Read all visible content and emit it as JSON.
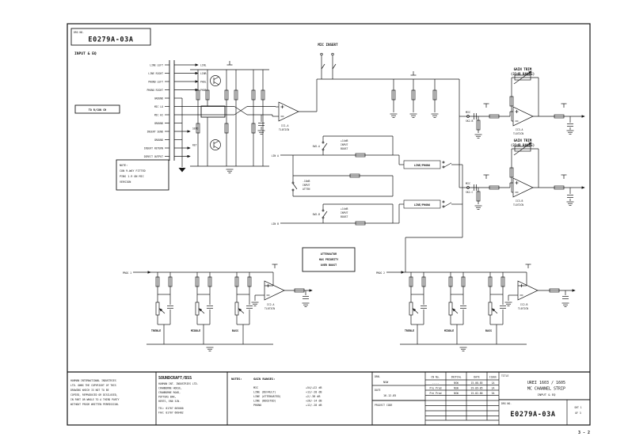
{
  "colors": {
    "ink": "#161616",
    "paper": "#ffffff"
  },
  "page_footer": {
    "sheet_ref": "3 - 2"
  },
  "drg_box": {
    "label": "DRG NO.",
    "value": "E0279A-03A"
  },
  "section_label": "INPUT & EQ",
  "connector": {
    "to_channel_box": "TO R/CON CH",
    "pins": [
      "LINE LEFT",
      "LINE RIGHT",
      "PHONO LEFT",
      "PHONO RIGHT",
      "GROUND",
      "MIC LO",
      "MIC HI",
      "GROUND",
      "INSERT SEND",
      "GROUND",
      "INSERT RETURN",
      "DIRECT OUTPUT"
    ],
    "nets": [
      "LINL",
      "LINR",
      "PHOL",
      "PHOR",
      "SEND",
      "RET"
    ]
  },
  "con_note": {
    "l1": "NOTE:",
    "l2": "CON 9-WAY FITTED",
    "l3": "PINS 1-9 ON MIC",
    "l4": "VERSION"
  },
  "preamp": {
    "ic": "IC1-A",
    "ic_type": "TL072CN"
  },
  "mic_insert_label": "MIC INSERT",
  "boost_a": {
    "l1": "+14dB",
    "l2": "INPUT",
    "l3": "BOOST",
    "sw": "SW2-A",
    "input": "LIN A"
  },
  "atten": {
    "l1": "-10dB",
    "l2": "INPUT",
    "l3": "ATTEN"
  },
  "boost_b": {
    "l1": "+14dB",
    "l2": "INPUT",
    "l3": "BOOST",
    "sw": "SW2-B",
    "input": "LIN B"
  },
  "priority_note": {
    "l1": "ATTENUATOR",
    "l2": "HAS PRIORITY",
    "l3": "OVER BOOST"
  },
  "line_phono_a": "LINE/PHONO",
  "line_phono_b": "LINE/PHONO",
  "gain_trim_a": {
    "l1": "GAIN TRIM",
    "l2": "(32dB RANGE)",
    "ic": "IC3-A",
    "ic_type": "TL072CN",
    "input": "MIC",
    "socket": "SK2-B"
  },
  "gain_trim_b": {
    "l1": "GAIN TRIM",
    "l2": "(32dB RANGE)",
    "ic": "IC3-B",
    "ic_type": "TL072CN",
    "input": "MIC",
    "socket": "SK2-C"
  },
  "eq_a": {
    "input": "PROG 1",
    "pot1": "TREBLE",
    "pot2": "MIDDLE",
    "pot3": "BASS",
    "ic": "IC2-A",
    "ic_type": "TL072CN"
  },
  "eq_b": {
    "input": "PROG 2",
    "pot1": "TREBLE",
    "pot2": "MIDDLE",
    "pot3": "BASS",
    "ic": "IC2-B",
    "ic_type": "TL072CN"
  },
  "copyright": {
    "l1": "HARMAN INTERNATIONAL INDUSTRIES",
    "l2": "LTD. OWNS THE COPYRIGHT OF THIS",
    "l3": "DRAWING WHICH IS NOT TO BE",
    "l4": "COPIED, REPRODUCED OR DISCLOSED,",
    "l5": "IN PART OR WHOLE TO A THIRD PARTY",
    "l6": "WITHOUT PRIOR WRITTEN PERMISSION."
  },
  "company": {
    "name": "SOUNDCRAFT/BSS",
    "l1": "HARMAN INT. INDUSTRIES LTD.",
    "l2": "CRANBORNE HOUSE,",
    "l3": "CRANBORNE ROAD,",
    "l4": "POTTERS BAR,",
    "l5": "HERTS, EN6 3JN.",
    "tel": "TEL: 01707 665000",
    "fax": "FAX: 01707 660482"
  },
  "gain_notes": {
    "heading": "NOTES:",
    "subheading": "GAIN RANGES:",
    "rows": [
      {
        "label": "MIC",
        "value": "+54/+22 dB"
      },
      {
        "label": "LINE (DEFAULT)",
        "value": "+12/-28 dB"
      },
      {
        "label": "LINE (ATTENUATED)",
        "value": "+2/-38 dB"
      },
      {
        "label": "LINE (BOOSTED)",
        "value": "+26/-14 dB"
      },
      {
        "label": "PHONO",
        "value": "+12/-28 dB"
      }
    ]
  },
  "title_block": {
    "drn_label": "DRN.",
    "drn_value": "NSW",
    "date_label": "DATE",
    "date_value": "16-12-85",
    "project_label": "PROJECT CODE",
    "rev_headers": [
      "CN No.",
      "INITIAL",
      "DATE",
      "ISSUE"
    ],
    "rev_rows": [
      [
        "-----",
        "NSW",
        "15-08-85",
        "1A"
      ],
      [
        "Pre Prod",
        "NSW",
        "29-09-85",
        "2A"
      ],
      [
        "Pre Prod",
        "NSW",
        "15-02-86",
        "3A"
      ]
    ],
    "title_label": "TITLE",
    "title_l1": "UREI 1603 / 1605",
    "title_l2": "MC CHANNEL STRIP",
    "title_l3": "INPUT & EQ",
    "drg_label": "DRG NO.",
    "drg_value": "E0279A-03A",
    "sht_l1": "SHT 1",
    "sht_l2": "OF 3"
  }
}
